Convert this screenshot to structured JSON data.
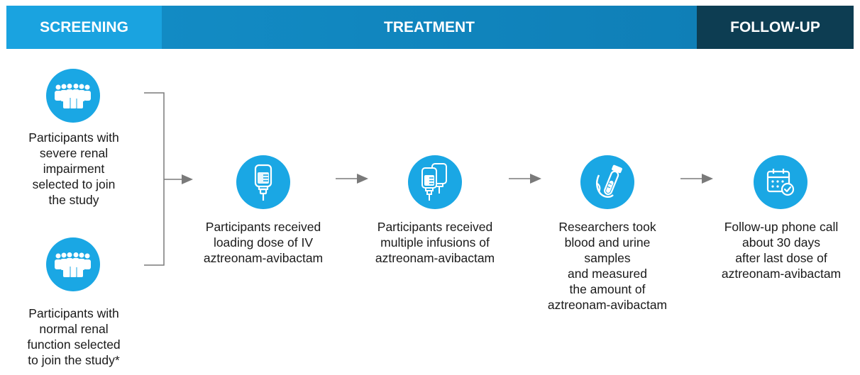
{
  "phases": {
    "screening": "SCREENING",
    "treatment": "TREATMENT",
    "followup": "FOLLOW-UP"
  },
  "groups": {
    "severe": [
      "Participants with",
      "severe renal",
      "impairment",
      "selected to join",
      "the study"
    ],
    "normal": [
      "Participants with",
      "normal renal",
      "function selected",
      "to join the study*"
    ]
  },
  "steps": [
    {
      "icon": "iv-bag-icon",
      "lines": [
        "Participants received",
        "loading dose of IV",
        "aztreonam-avibactam"
      ]
    },
    {
      "icon": "multiple-iv-bags-icon",
      "lines": [
        "Participants received",
        "multiple infusions of",
        "aztreonam-avibactam"
      ]
    },
    {
      "icon": "blood-test-tube-icon",
      "lines": [
        "Researchers took",
        "blood and urine",
        "samples",
        "and measured",
        "the amount of",
        "aztreonam-avibactam"
      ]
    },
    {
      "icon": "calendar-check-icon",
      "lines": [
        "Follow-up phone call",
        "about 30 days",
        "after last dose of",
        "aztreonam-avibactam"
      ]
    }
  ],
  "colors": {
    "screening": "#1aa3e0",
    "treatment": "#0f7fb7",
    "followup": "#0d3d52",
    "icon": "#1aa7e4",
    "connector": "#7a7a7a"
  }
}
